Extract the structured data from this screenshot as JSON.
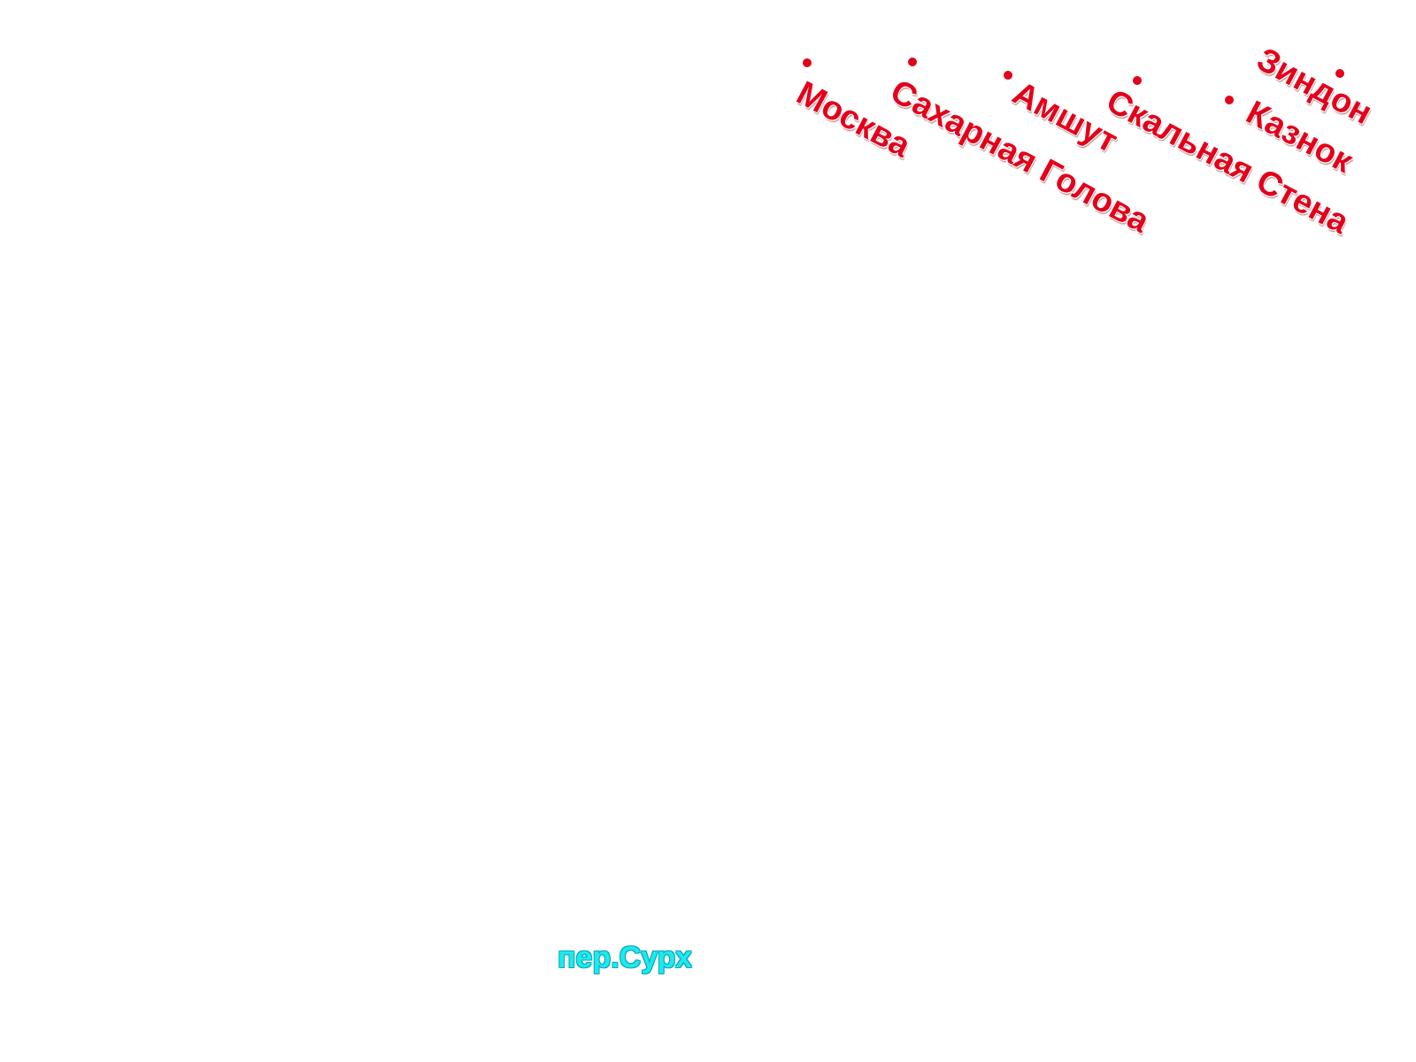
{
  "map": {
    "colors": {
      "place": "#e3001b",
      "pass": "#1de9f0",
      "background": "#ffffff"
    },
    "places": [
      {
        "id": "moskva",
        "label": "Москва"
      },
      {
        "id": "sakharnaya-golova",
        "label": "Сахарная Голова"
      },
      {
        "id": "amshut",
        "label": "Амшут"
      },
      {
        "id": "skalnaya-stena",
        "label": "Скальная Стена"
      },
      {
        "id": "kaznok",
        "label": "Казнок"
      },
      {
        "id": "zindon",
        "label": "Зиндон"
      }
    ],
    "pass": {
      "label": "пер.Сурх"
    }
  }
}
